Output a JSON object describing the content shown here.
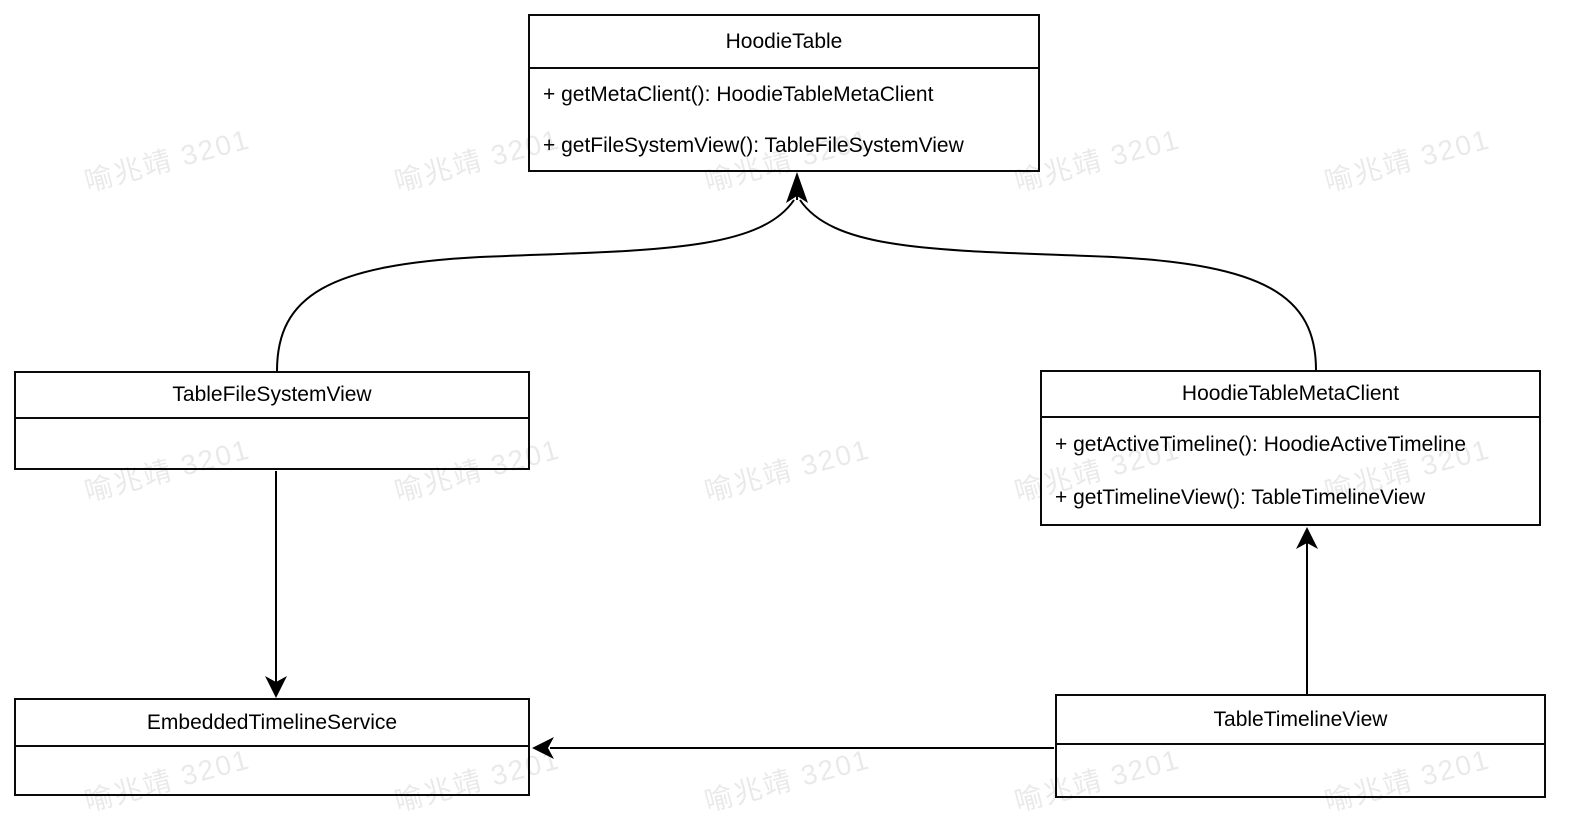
{
  "watermark": {
    "text": "喻兆靖 3201",
    "color": "rgba(0,0,0,0.085)"
  },
  "classes": [
    {
      "name": "HoodieTable",
      "methods": [
        "+ getMetaClient(): HoodieTableMetaClient",
        "+ getFileSystemView(): TableFileSystemView"
      ]
    },
    {
      "name": "TableFileSystemView",
      "methods": []
    },
    {
      "name": "HoodieTableMetaClient",
      "methods": [
        "+ getActiveTimeline(): HoodieActiveTimeline",
        "+ getTimelineView(): TableTimelineView"
      ]
    },
    {
      "name": "EmbeddedTimelineService",
      "methods": []
    },
    {
      "name": "TableTimelineView",
      "methods": []
    }
  ],
  "edges": [
    {
      "from": "TableFileSystemView",
      "to": "HoodieTable",
      "style": "curved, filled arrowhead at HoodieTable"
    },
    {
      "from": "HoodieTableMetaClient",
      "to": "HoodieTable",
      "style": "curved, filled arrowhead at HoodieTable"
    },
    {
      "from": "TableFileSystemView",
      "to": "EmbeddedTimelineService",
      "style": "straight vertical, arrowhead down"
    },
    {
      "from": "TableTimelineView",
      "to": "HoodieTableMetaClient",
      "style": "straight vertical, arrowhead up"
    },
    {
      "from": "TableTimelineView",
      "to": "EmbeddedTimelineService",
      "style": "straight horizontal, arrowhead left"
    }
  ],
  "colors": {
    "line": "#000000",
    "background": "#ffffff"
  }
}
